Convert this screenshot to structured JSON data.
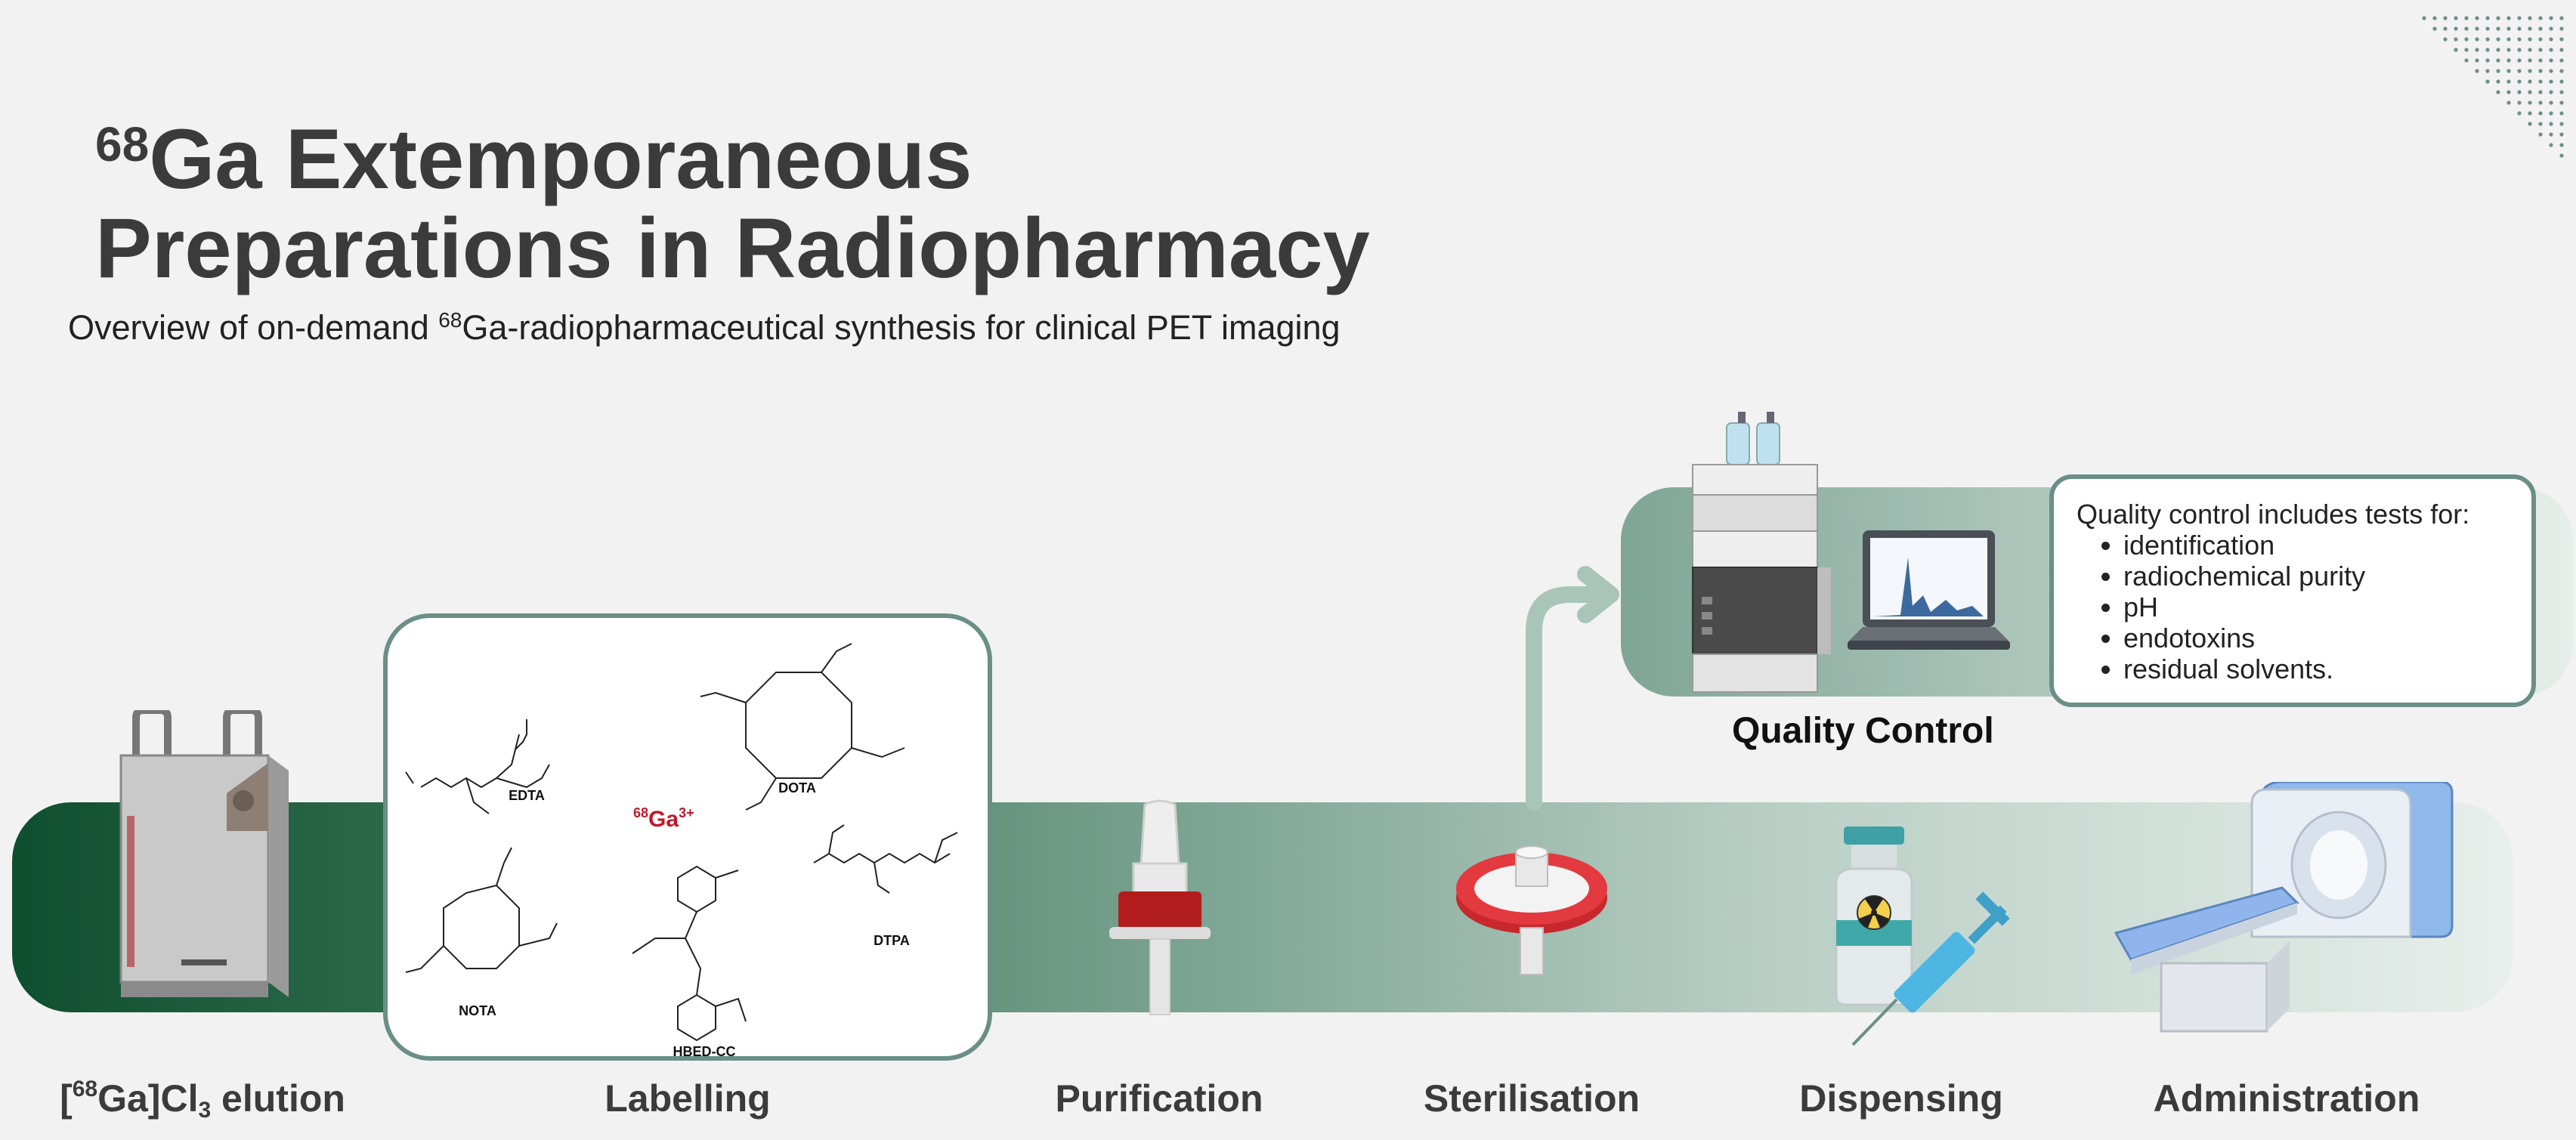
{
  "header": {
    "title_mass_number": "68",
    "title_line1_rest": "Ga Extemporaneous",
    "title_line2": "Preparations in Radiopharmacy",
    "subtitle_before": "Overview of on-demand ",
    "subtitle_mass_number": "68",
    "subtitle_after": "Ga-radiopharmaceutical synthesis for clinical PET imaging"
  },
  "steps": {
    "elution": {
      "bracket_open": "[",
      "mass_number": "68",
      "element": "Ga]Cl",
      "subscript": "3",
      "rest": " elution"
    },
    "labelling": "Labelling",
    "purification": "Purification",
    "sterilisation": "Sterilisation",
    "dispensing": "Dispensing",
    "administration": "Administration"
  },
  "labelling_panel": {
    "chelators": [
      "EDTA",
      "DOTA",
      "DTPA",
      "NOTA",
      "HBED-CC"
    ],
    "ion_mass": "68",
    "ion_symbol": "Ga",
    "ion_charge": "3+"
  },
  "quality_control": {
    "label": "Quality Control",
    "intro": "Quality control includes tests for:",
    "tests": [
      "identification",
      "radiochemical purity",
      "pH",
      "endotoxins",
      "residual solvents."
    ]
  },
  "colors": {
    "band_dark": "#0e4f30",
    "band_light": "#e8efec",
    "accent_border": "#6b8f88",
    "ion_red": "#c0182a"
  },
  "icons": [
    "generator-icon",
    "syringe-filter-icon",
    "membrane-filter-icon",
    "vial-icon",
    "syringe-icon",
    "hplc-icon",
    "laptop-chromatogram-icon",
    "pet-scanner-icon",
    "arrow-icon",
    "dot-grid-decoration"
  ]
}
